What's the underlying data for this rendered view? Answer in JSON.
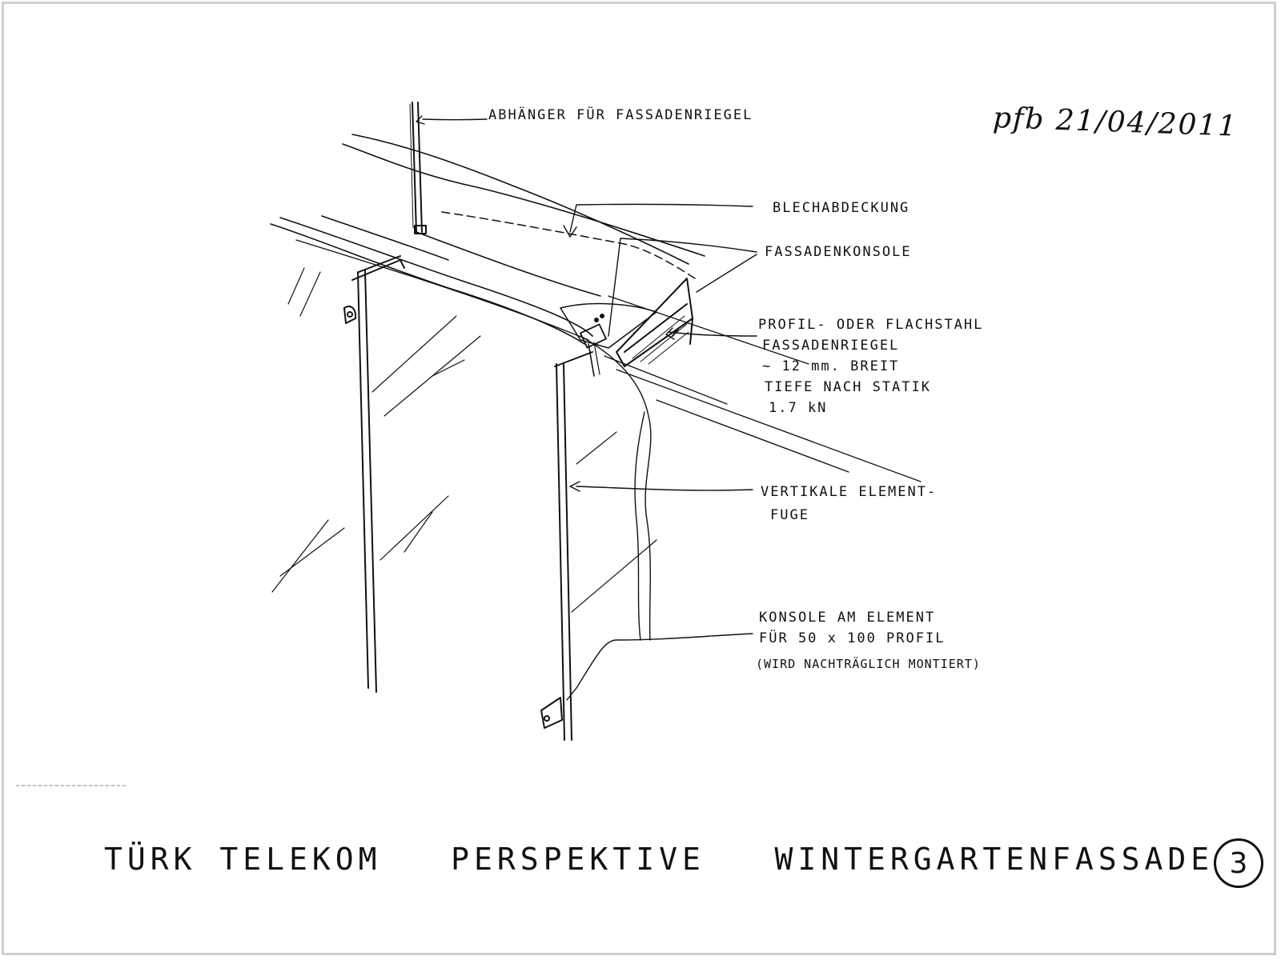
{
  "author_date": "pfb 21/04/2011",
  "labels": {
    "abhaenger": "ABHÄNGER FÜR FASSADENRIEGEL",
    "blechabdeckung": "BLECHABDECKUNG",
    "fassadenkonsole": "FASSADENKONSOLE",
    "profil_line1": "PROFIL- ODER FLACHSTAHL",
    "profil_line2": "FASSADENRIEGEL",
    "profil_line3": "~ 12 mm. BREIT",
    "profil_line4": "TIEFE NACH STATIK",
    "profil_line5": "1.7 kN",
    "vertikale_line1": "VERTIKALE ELEMENT-",
    "vertikale_line2": "FUGE",
    "konsole_line1": "KONSOLE AM ELEMENT",
    "konsole_line2": "FÜR 50 x 100 PROFIL",
    "konsole_line3": "(WIRD NACHTRÄGLICH MONTIERT)"
  },
  "title": "TÜRK TELEKOM   PERSPEKTIVE   WINTERGARTENFASSADE",
  "sheet_number": "3",
  "colors": {
    "ink": "#111111",
    "frame": "#cfcfcf",
    "paper": "#ffffff"
  }
}
